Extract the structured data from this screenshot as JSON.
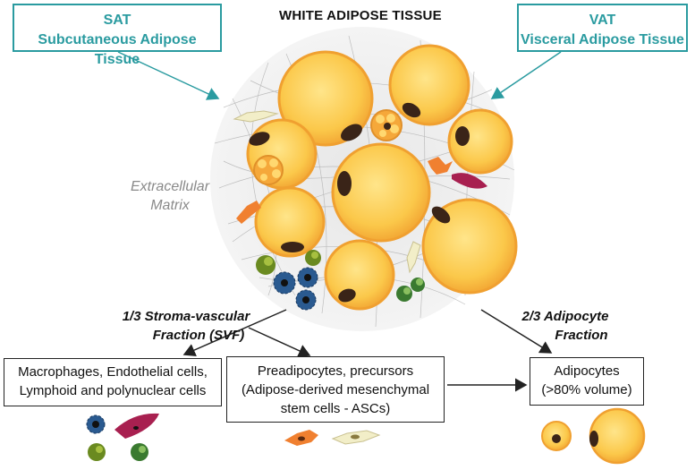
{
  "header": {
    "title": "WHITE ADIPOSE TISSUE"
  },
  "sat": {
    "line1": "SAT",
    "line2": "Subcutaneous Adipose Tissue"
  },
  "vat": {
    "line1": "VAT",
    "line2": "Visceral Adipose Tissue"
  },
  "ecm": {
    "line1": "Extracellular",
    "line2": "Matrix"
  },
  "svf": {
    "line1": "1/3 Stroma-vascular",
    "line2": "Fraction (SVF)"
  },
  "adipocyte_fraction": {
    "line1": "2/3 Adipocyte",
    "line2": "Fraction"
  },
  "boxes": {
    "macrophages": {
      "line1": "Macrophages, Endothelial cells,",
      "line2": "Lymphoid and polynuclear cells"
    },
    "preadipocytes": {
      "line1": "Preadipocytes, precursors",
      "line2": "(Adipose-derived mesenchymal",
      "line3": "stem cells - ASCs)"
    },
    "adipocytes": {
      "line1": "Adipocytes",
      "line2": "(>80% volume)"
    }
  },
  "colors": {
    "accent": "#2a9ba0",
    "adipocyte_fill": "#fbc84a",
    "adipocyte_rim": "#f0a030",
    "nucleus": "#3a2418",
    "macrophage": "#2a5a90",
    "endothelial": "#a82050",
    "lymphoid": "#6a8a20",
    "polynuclear": "#3a7a30",
    "preadipocyte": "#f08030",
    "stem_cell": "#f2eec8"
  }
}
